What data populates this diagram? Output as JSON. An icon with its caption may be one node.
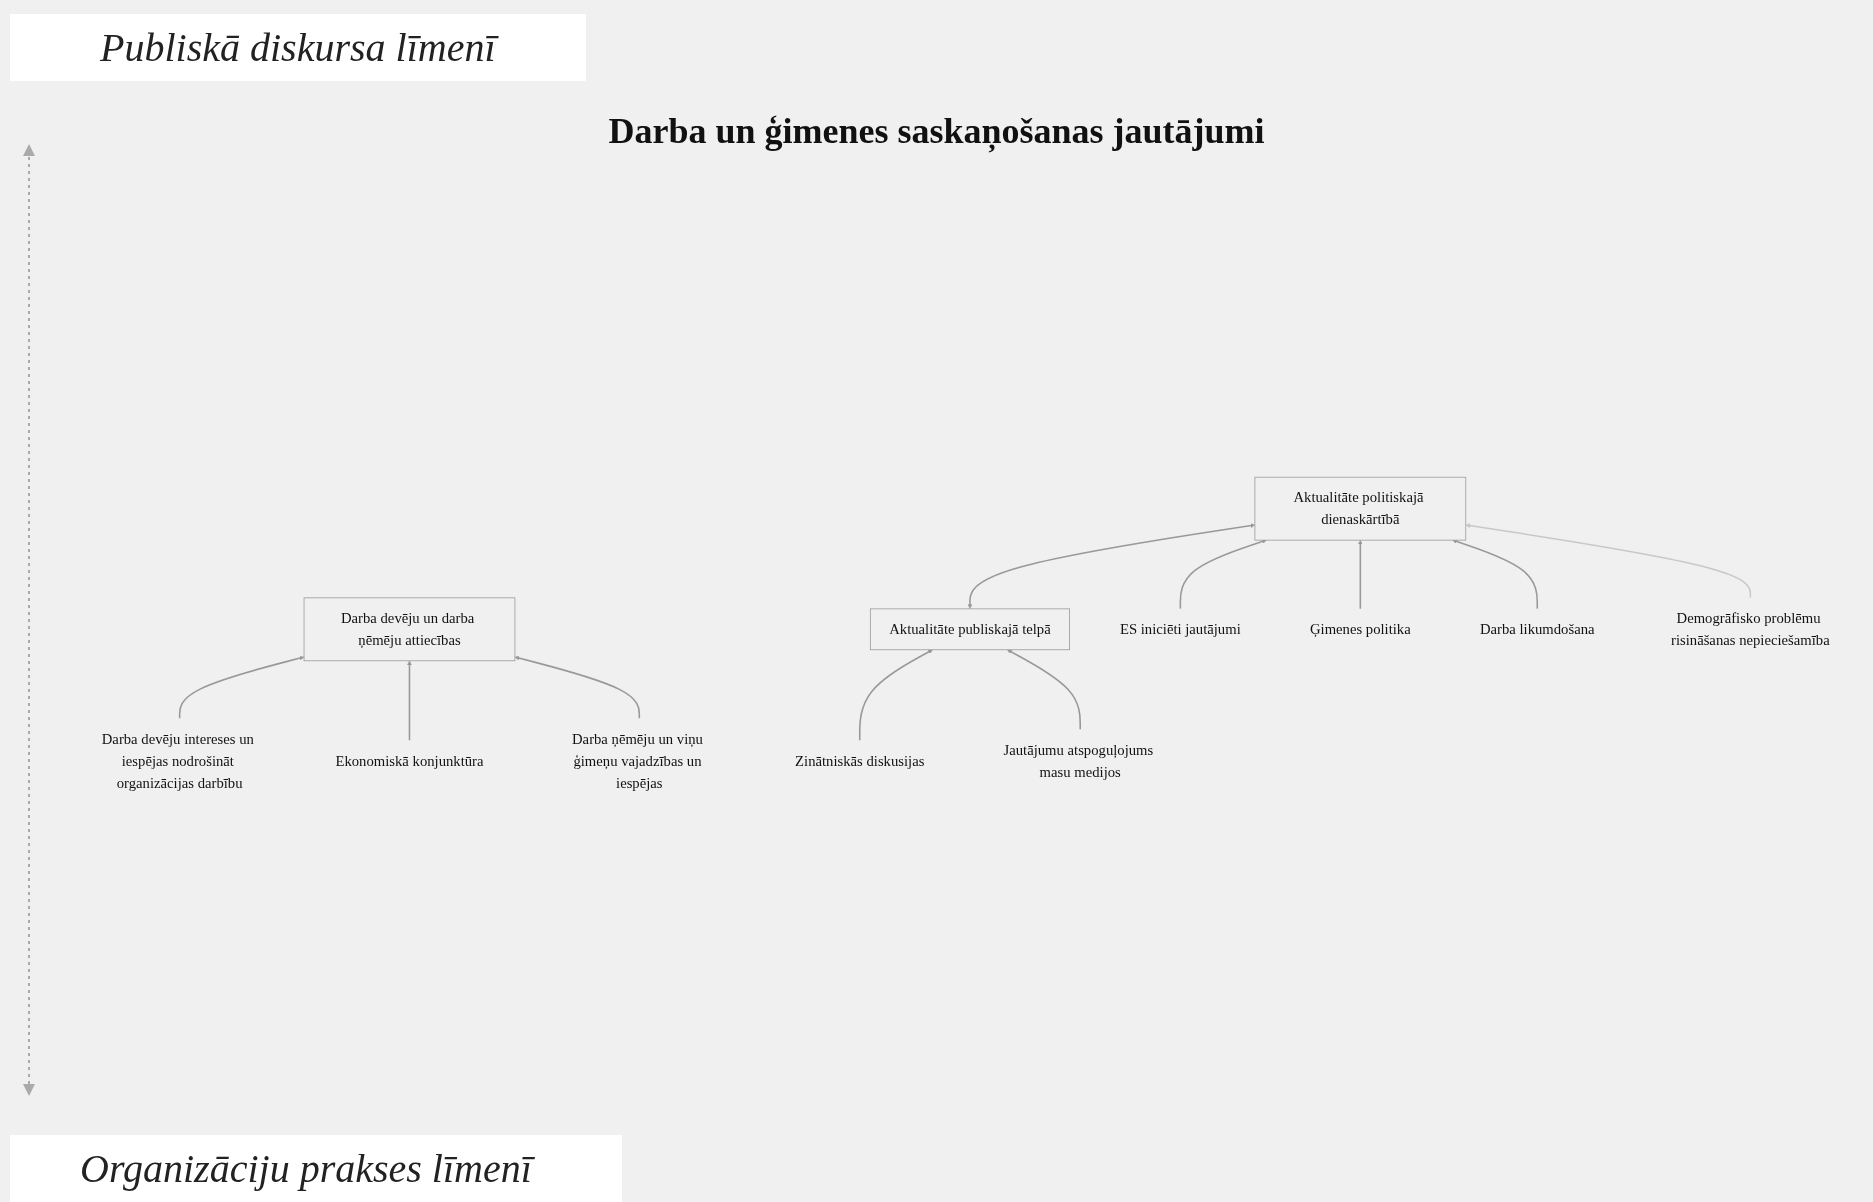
{
  "diagram": {
    "nodes": [
      {
        "text": [
          "Aktualitāte publiskajā telpā"
        ]
      },
      {
        "text": [
          "Aktualitāte politiskajā dienaskārtībā"
        ]
      },
      {
        "text": [
          "ES iniciēti jautājumi"
        ]
      },
      {
        "text": [
          "Zinātniskās diskusijas"
        ]
      },
      {
        "text": [
          "Ģimenes politika"
        ]
      },
      {
        "text": [
          "Jautājumu atspoguļojums masu medijos"
        ]
      },
      {
        "text": [
          "Darba likumdošana"
        ]
      },
      {
        "text": [
          "Demogrāfisko problēmu risināšanas nepieciešamība"
        ]
      },
      {
        "text": [
          "Darba devēju un darba ņēmēju attiecības"
        ]
      },
      {
        "text": [
          "Darba devēju intereses un iespējas nodrošināt organizācijas darbību"
        ]
      },
      {
        "text": [
          "Ekonomiskā konjunktūra"
        ]
      },
      {
        "text": [
          "Darba ņēmēju un viņu ģimeņu vajadzības un iespējas"
        ]
      }
    ],
    "edges": [
      {
        "from": 0,
        "to": 1,
        "arrow": "both"
      },
      {
        "from": 3,
        "to": 0,
        "arrow": "to"
      },
      {
        "from": 5,
        "to": 0,
        "arrow": "to"
      },
      {
        "from": 2,
        "to": 1,
        "arrow": "to"
      },
      {
        "from": 4,
        "to": 1,
        "arrow": "to"
      },
      {
        "from": 6,
        "to": 1,
        "arrow": "to"
      },
      {
        "from": 7,
        "to": 1,
        "arrow": "to",
        "color": "#c8c8c8"
      },
      {
        "from": 9,
        "to": 8,
        "arrow": "to"
      },
      {
        "from": 10,
        "to": 8,
        "arrow": "to"
      },
      {
        "from": 11,
        "to": 8,
        "arrow": "to"
      }
    ],
    "labels": [
      "Publiskā diskursa līmenī",
      "Darba un ģimenes saskaņošanas jautājumi",
      "Organizāciju prakses līmenī"
    ]
  }
}
